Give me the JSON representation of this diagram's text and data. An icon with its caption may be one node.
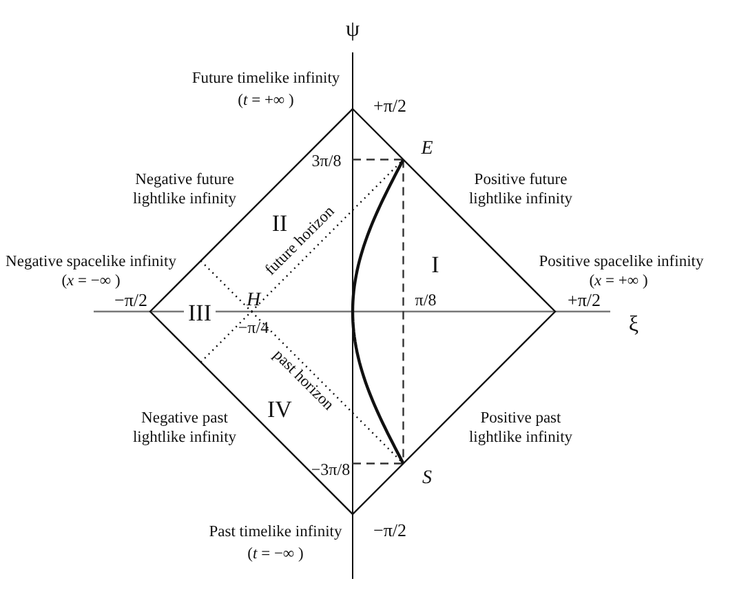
{
  "diagram": {
    "labels": [
      "ψ",
      "Future timelike infinity",
      "(*t* = +∞ )",
      "+π/2",
      "*E*",
      "3π/8",
      "Negative future lightlike infinity",
      "Positive future lightlike infinity",
      "II",
      "future horizon",
      "Negative spacelike infinity",
      "I",
      "Positive spacelike infinity",
      "(*x* = −∞ )",
      "(*x* = +∞ )",
      "−π/2",
      "+π/2",
      "III",
      "*H*",
      "π/8",
      "ξ",
      "−π/4",
      "past horizon",
      "IV",
      "Negative past lightlike infinity",
      "Positive past lightlike infinity",
      "−3π/8",
      "*S*",
      "Past timelike infinity",
      "(*t* = −∞ )",
      "−π/2"
    ]
  }
}
